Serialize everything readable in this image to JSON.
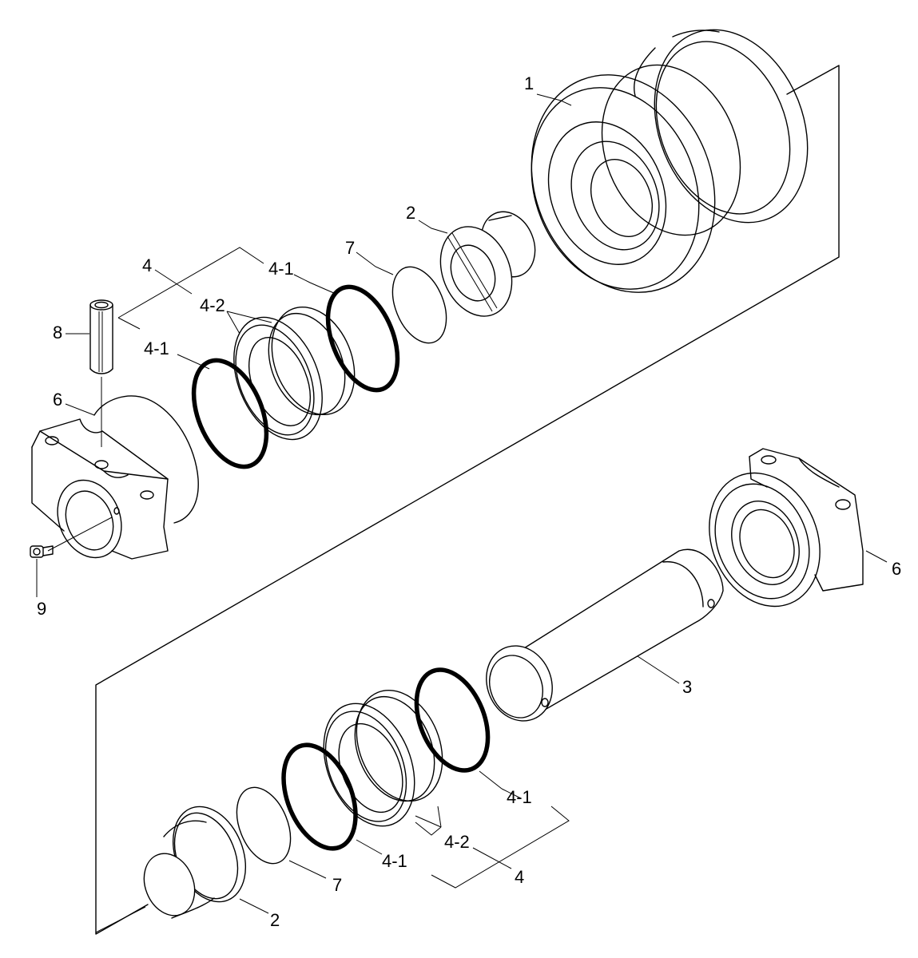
{
  "labels": {
    "roller": "1",
    "bushing_top": "2",
    "bushing_bottom": "2",
    "shaft": "3",
    "seal_assembly_top": "4",
    "seal_assembly_bottom": "4",
    "oring_top_upper": "4-1",
    "oring_top_lower": "4-1",
    "oring_bottom_upper": "4-1",
    "oring_bottom_lower": "4-1",
    "seal_ring_top": "4-2",
    "seal_ring_bottom": "4-2",
    "collar_top": "6",
    "collar_bottom": "6",
    "oring_small_top": "7",
    "oring_small_bottom": "7",
    "pin": "8",
    "plug": "9"
  },
  "colors": {
    "line": "#000000",
    "background": "#ffffff"
  }
}
